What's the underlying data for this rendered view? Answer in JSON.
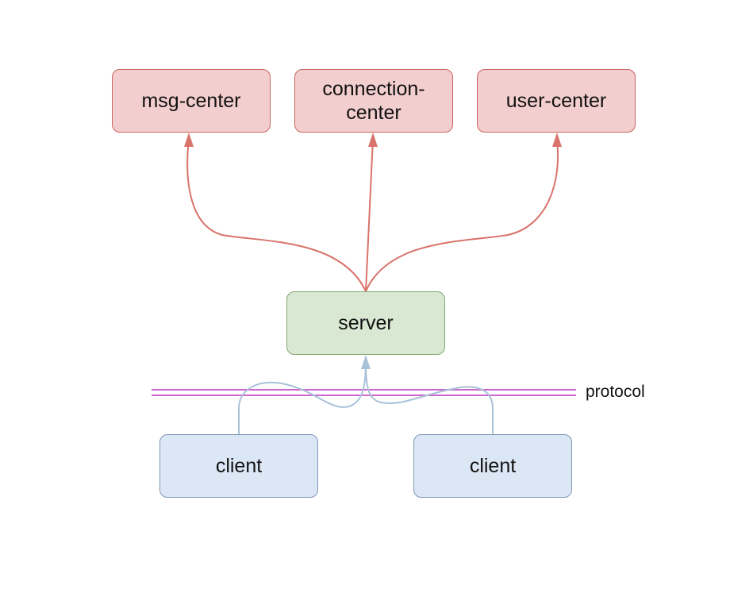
{
  "nodes": {
    "msg_center": "msg-center",
    "connection_center": "connection-\ncenter",
    "user_center": "user-center",
    "server": "server",
    "client_left": "client",
    "client_right": "client"
  },
  "protocol_label": "protocol",
  "colors": {
    "red_fill": "#f3cece",
    "red_stroke": "#c9645f",
    "green_fill": "#d8e8d3",
    "green_stroke": "#86a873",
    "blue_fill": "#dce7f6",
    "blue_stroke": "#7f95b4",
    "server_to_centers_edge": "#d9736b",
    "client_to_server_edge": "#a9c1d9",
    "protocol_line": "#cc66cc"
  },
  "edges": [
    {
      "from": "server",
      "to": "msg_center"
    },
    {
      "from": "server",
      "to": "connection_center"
    },
    {
      "from": "server",
      "to": "user_center"
    },
    {
      "from": "client_left",
      "to": "server"
    },
    {
      "from": "client_right",
      "to": "server"
    }
  ]
}
